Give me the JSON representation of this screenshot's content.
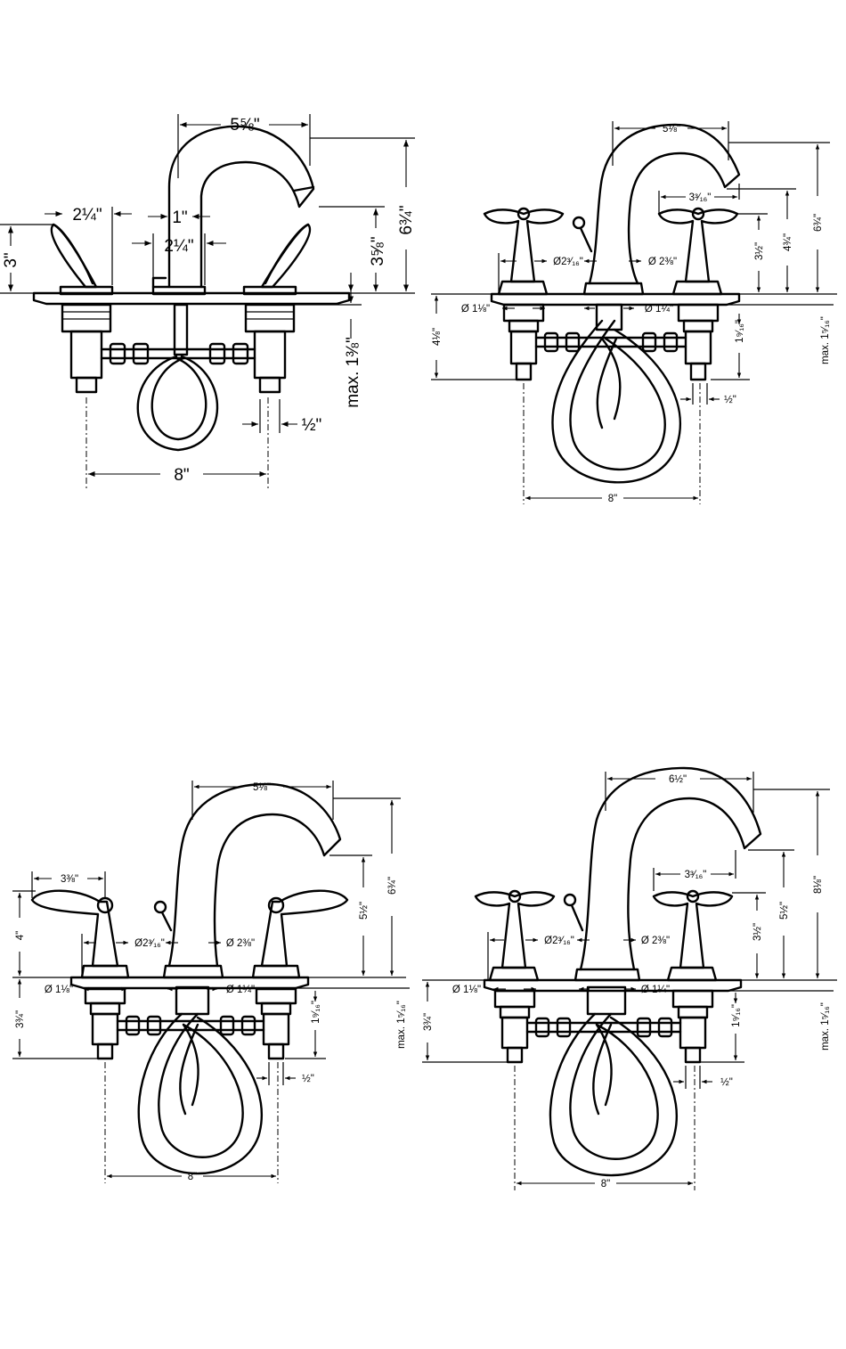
{
  "drawings": [
    {
      "labels": {
        "spout_reach": "5⅝\"",
        "total_height": "6¾\"",
        "spout_height": "3⅝\"",
        "handle_height": "3\"",
        "handle_reach": "2¼\"",
        "center_offset": "1\"",
        "center_width": "2¼\"",
        "max_thickness": "max. 1⅜\"",
        "connection": "½\"",
        "spread": "8\""
      }
    },
    {
      "labels": {
        "spout_reach": "5⅛\"",
        "spout_outlet": "3³⁄₁₆\"",
        "total_height": "6¾\"",
        "spout_height": "4¾\"",
        "handle_height": "3½\"",
        "base_left": "Ø2³⁄₁₆\"",
        "base_right": "Ø 2⅜\"",
        "hole_left": "Ø 1⅛\"",
        "hole_right": "Ø 1¼\"",
        "below_deck": "4⅛\"",
        "valve_depth": "1⁹⁄₁₆\"",
        "max_thickness": "max. 1⁵⁄₁₆\"",
        "connection": "½\"",
        "spread": "8\""
      }
    },
    {
      "labels": {
        "spout_reach": "5⅛\"",
        "handle_reach": "3⅜\"",
        "total_height": "6¾\"",
        "spout_height": "5½\"",
        "handle_height": "4\"",
        "base_left": "Ø2³⁄₁₆\"",
        "base_right": "Ø 2⅜\"",
        "hole_left": "Ø 1⅛\"",
        "hole_right": "Ø 1¼\"",
        "below_deck": "3¾\"",
        "valve_depth": "1⁹⁄₁₆\"",
        "max_thickness": "max. 1⁵⁄₁₆\"",
        "connection": "½\"",
        "spread": "8\""
      }
    },
    {
      "labels": {
        "spout_reach": "6½\"",
        "spout_outlet": "3³⁄₁₆\"",
        "total_height": "8⅛\"",
        "spout_height": "5½\"",
        "handle_height": "3½\"",
        "base_left": "Ø2³⁄₁₆\"",
        "base_right": "Ø 2⅜\"",
        "hole_left": "Ø 1⅛\"",
        "hole_right": "Ø 1¼\"",
        "below_deck": "3¾\"",
        "valve_depth": "1⁹⁄₁₆\"",
        "max_thickness": "max. 1⁵⁄₁₆\"",
        "connection": "½\"",
        "spread": "8\""
      }
    }
  ]
}
